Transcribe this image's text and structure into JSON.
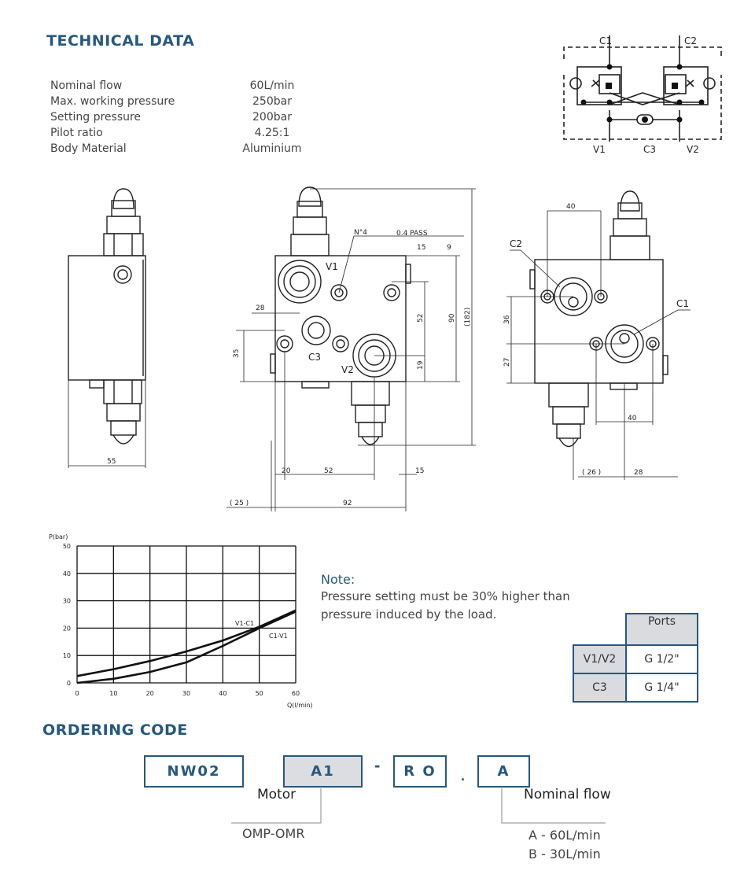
{
  "technical": {
    "heading": "TECHNICAL DATA",
    "specs": [
      {
        "label": "Nominal flow",
        "value": "60L/min"
      },
      {
        "label": "Max. working pressure",
        "value": "250bar"
      },
      {
        "label": "Setting pressure",
        "value": "200bar"
      },
      {
        "label": "Pilot ratio",
        "value": "4.25:1"
      },
      {
        "label": "Body Material",
        "value": "Aluminium"
      }
    ]
  },
  "schematic": {
    "labels": {
      "c1": "C1",
      "c2": "C2",
      "v1": "V1",
      "c3": "C3",
      "v2": "V2"
    }
  },
  "drawing": {
    "side_width": "55",
    "front": {
      "note_n": "N°4",
      "note_pass": "0.4 PASS",
      "note_depth": "15",
      "note_depth2": "9",
      "port_v1": "V1",
      "port_c3": "C3",
      "port_v2": "V2",
      "dim_28": "28",
      "dim_35": "35",
      "dim_52v": "52",
      "dim_19": "19",
      "dim_90": "90",
      "dim_182": "(182)",
      "dim_20": "20",
      "dim_52h": "52",
      "dim_15": "15",
      "dim_25": "( 25 )",
      "dim_92": "92"
    },
    "right": {
      "port_c2": "C2",
      "port_c1": "C1",
      "dim_40a": "40",
      "dim_36": "36",
      "dim_27": "27",
      "dim_40b": "40",
      "dim_26": "( 26 )",
      "dim_28": "28"
    }
  },
  "chart_data": {
    "type": "line",
    "ylabel": "P(bar)",
    "xlabel": "Q(l/min)",
    "xlim": [
      0,
      60
    ],
    "ylim": [
      0,
      50
    ],
    "xticks": [
      "0",
      "10",
      "20",
      "30",
      "40",
      "50",
      "60"
    ],
    "yticks": [
      "0",
      "10",
      "20",
      "30",
      "40",
      "50"
    ],
    "grid": true,
    "series": [
      {
        "name": "V1-C1",
        "x": [
          0,
          10,
          20,
          30,
          40,
          50,
          60
        ],
        "y": [
          2.5,
          5,
          8,
          11.5,
          15.5,
          20.5,
          26.5
        ]
      },
      {
        "name": "C1-V1",
        "x": [
          0,
          10,
          20,
          30,
          40,
          50,
          60
        ],
        "y": [
          0,
          1.5,
          4,
          7.5,
          13.5,
          20,
          26
        ]
      }
    ]
  },
  "note": {
    "title": "Note:",
    "line1": "Pressure setting must be 30% higher than",
    "line2": "pressure induced by the load."
  },
  "ports_table": {
    "header": "Ports",
    "rows": [
      {
        "port": "V1/V2",
        "size": "G 1/2\""
      },
      {
        "port": "C3",
        "size": "G 1/4\""
      }
    ]
  },
  "ordering": {
    "heading": "ORDERING CODE",
    "code1": "NW02",
    "code2": "A1",
    "sep1": "-",
    "code3": "R O",
    "sep2": ".",
    "code4": "A",
    "motor_label": "Motor",
    "motor_option": "OMP-OMR",
    "flow_label": "Nominal flow",
    "flow_options": [
      "A - 60L/min",
      "B - 30L/min"
    ]
  },
  "colors": {
    "accent": "#27587e",
    "table_header_bg": "#d9dbde",
    "code_box_bg": "#dcdde0"
  }
}
